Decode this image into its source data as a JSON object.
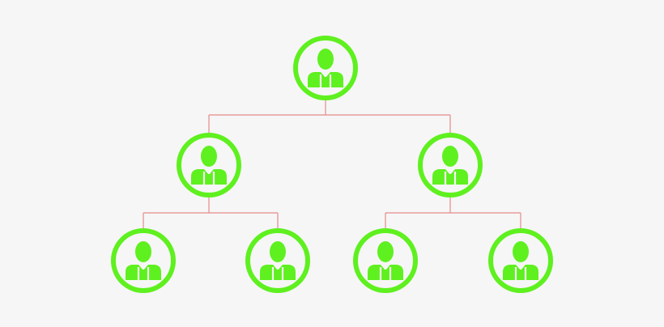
{
  "colors": {
    "background": "#f6f6f6",
    "node": "#5ff01f",
    "node_inner_bg": "#f6f6f6",
    "connector": "#e58a8a"
  },
  "diagram": {
    "type": "hierarchy",
    "nodes": [
      {
        "id": "root",
        "parent": null,
        "icon": "person-icon",
        "label": ""
      },
      {
        "id": "manager-left",
        "parent": "root",
        "icon": "person-icon",
        "label": ""
      },
      {
        "id": "manager-right",
        "parent": "root",
        "icon": "person-icon",
        "label": ""
      },
      {
        "id": "staff-1",
        "parent": "manager-left",
        "icon": "person-icon",
        "label": ""
      },
      {
        "id": "staff-2",
        "parent": "manager-left",
        "icon": "person-icon",
        "label": ""
      },
      {
        "id": "staff-3",
        "parent": "manager-right",
        "icon": "person-icon",
        "label": ""
      },
      {
        "id": "staff-4",
        "parent": "manager-right",
        "icon": "person-icon",
        "label": ""
      }
    ]
  }
}
